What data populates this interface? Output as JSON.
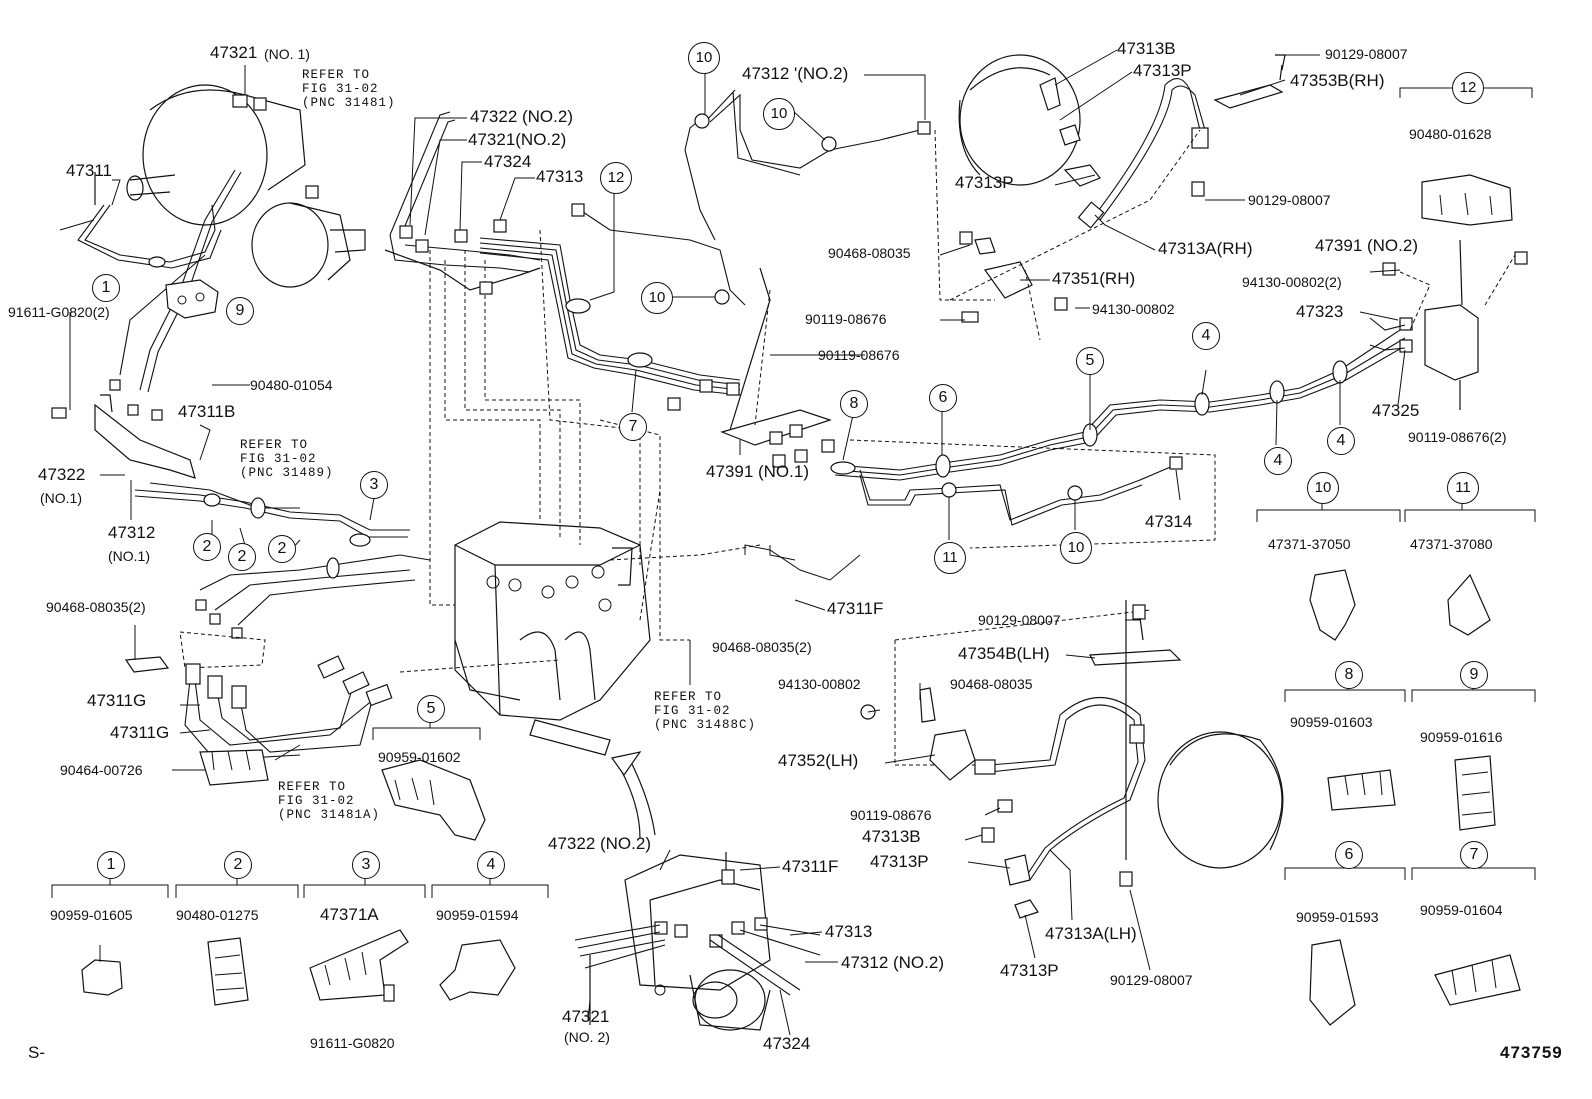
{
  "labels": {
    "p47321_no1": "47321",
    "no1_a": "(NO. 1)",
    "p47311": "47311",
    "p91611_g0820_2": "91611-G0820(2)",
    "p90480_01054": "90480-01054",
    "p47311b": "47311B",
    "p47322_no1": "47322",
    "no1_b": "(NO.1)",
    "p47312_no1": "47312",
    "no1_c": "(NO.1)",
    "p90468_08035_2a": "90468-08035(2)",
    "p47311g_a": "47311G",
    "p47311g_b": "47311G",
    "p90464_00726": "90464-00726",
    "p47322_no2_top": "47322 (NO.2)",
    "p47321_no2_top": "47321(NO.2)",
    "p47324_top": "47324",
    "p47313_top": "47313",
    "p47312_no2_top": "47312 '(NO.2)",
    "p47313b_top": "47313B",
    "p47313p_top": "47313P",
    "p47313p_mid": "47313P",
    "p90129_08007_a": "90129-08007",
    "p47353b_rh": "47353B(RH)",
    "p90129_08007_b": "90129-08007",
    "p47313a_rh": "47313A(RH)",
    "p90468_08035_a": "90468-08035",
    "p47351_rh": "47351(RH)",
    "p90119_08676_a": "90119-08676",
    "p94130_00802_a": "94130-00802",
    "p90119_08676_b": "90119-08676",
    "p47391_no2": "47391 (NO.2)",
    "p94130_00802_2": "94130-00802(2)",
    "p47323": "47323",
    "p47325": "47325",
    "p90119_08676_2": "90119-08676(2)",
    "p90480_01628": "90480-01628",
    "p47391_no1": "47391 (NO.1)",
    "p47314": "47314",
    "p47311f_a": "47311F",
    "p90468_08035_2b": "90468-08035(2)",
    "p90129_08007_c": "90129-08007",
    "p47354b_lh": "47354B(LH)",
    "p94130_00802_b": "94130-00802",
    "p90468_08035_b": "90468-08035",
    "p47352_lh": "47352(LH)",
    "p90119_08676_c": "90119-08676",
    "p47313b_bot": "47313B",
    "p47313p_bot": "47313P",
    "p47313a_lh": "47313A(LH)",
    "p47313p_bot2": "47313P",
    "p90129_08007_d": "90129-08007",
    "p47322_no2_bot": "47322 (NO.2)",
    "p47311f_b": "47311F",
    "p47313_bot": "47313",
    "p47312_no2_bot": "47312 (NO.2)",
    "p47321_no2_bot": "47321",
    "no2_bot": "(NO. 2)",
    "p47324_bot": "47324",
    "p90959_01602": "90959-01602",
    "kit1": "90959-01605",
    "kit2": "90480-01275",
    "kit3": "47371A",
    "kit3b": "91611-G0820",
    "kit4": "90959-01594",
    "kit10": "47371-37050",
    "kit11": "47371-37080",
    "kit8": "90959-01603",
    "kit9": "90959-01616",
    "kit6": "90959-01593",
    "kit7": "90959-01604",
    "footer_left": "S-",
    "footer_right": "473759"
  },
  "refs": {
    "r1": "REFER TO\nFIG 31-02\n(PNC 31481)",
    "r2": "REFER TO\nFIG 31-02\n(PNC 31489)",
    "r3": "REFER TO\nFIG 31-02\n(PNC 31481A)",
    "r4": "REFER TO\nFIG 31-02\n(PNC 31488C)"
  },
  "callouts": [
    "1",
    "2",
    "3",
    "4",
    "5",
    "6",
    "7",
    "8",
    "9",
    "10",
    "11",
    "12"
  ]
}
